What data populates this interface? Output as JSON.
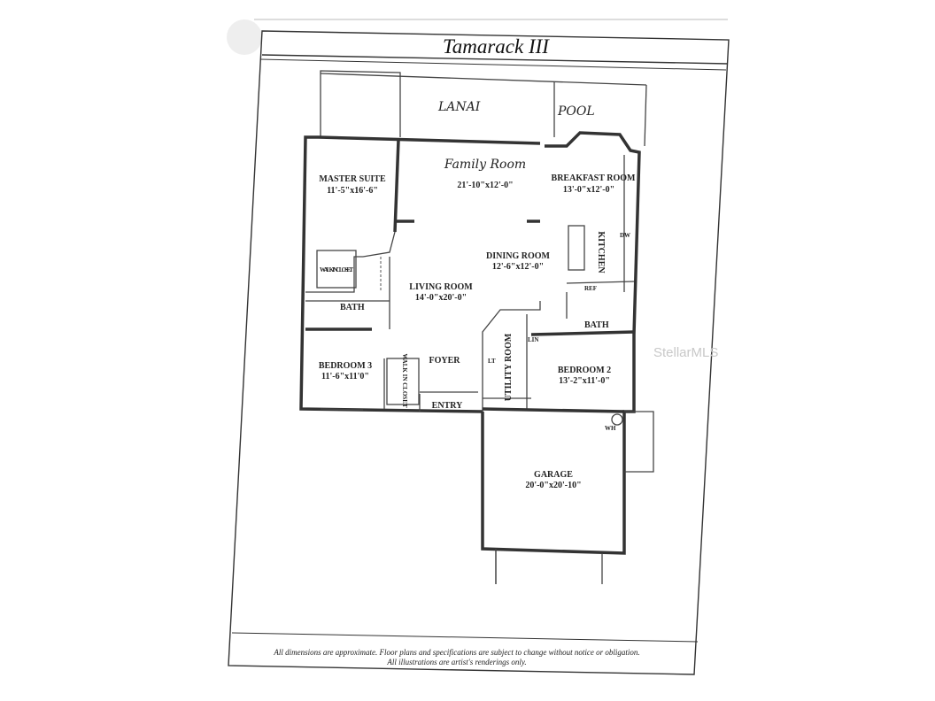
{
  "plan": {
    "title": "Tamarack III",
    "outdoor": {
      "lanai": "LANAI",
      "pool": "POOL"
    },
    "rooms": [
      {
        "name": "MASTER SUITE",
        "dims": "11'-5\"x16'-6\""
      },
      {
        "name": "Family Room",
        "dims": "21'-10\"x12'-0\""
      },
      {
        "name": "BREAKFAST ROOM",
        "dims": "13'-0\"x12'-0\""
      },
      {
        "name": "DINING ROOM",
        "dims": "12'-6\"x12'-0\""
      },
      {
        "name": "LIVING ROOM",
        "dims": "14'-0\"x20'-0\""
      },
      {
        "name": "BEDROOM 3",
        "dims": "11'-6\"x11'0\""
      },
      {
        "name": "BEDROOM 2",
        "dims": "13'-2\"x11'-0\""
      },
      {
        "name": "GARAGE",
        "dims": "20'-0\"x20'-10\""
      }
    ],
    "labels": {
      "kitchen": "KITCHEN",
      "bath_master": "BATH",
      "bath_hall": "BATH",
      "walk_in_closet_master": "WALK IN CLOSET",
      "walk_in_closet_bed3": "WALK IN CLOSET",
      "foyer": "FOYER",
      "entry": "ENTRY",
      "utility_room": "UTILITY ROOM",
      "dw": "DW",
      "wh": "WH",
      "lt": "LT",
      "lin": "LIN",
      "ref": "REF"
    },
    "footer": [
      "All dimensions are approximate. Floor plans and specifications are subject to change without notice or obligation.",
      "All illustrations are artist's renderings only."
    ]
  },
  "watermark": "StellarMLS"
}
